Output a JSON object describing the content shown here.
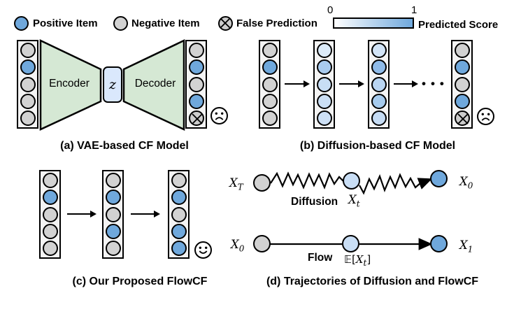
{
  "palette": {
    "positive": "#6fa8dc",
    "negative": "#d2d2d2",
    "false": "#cdcdcd",
    "expected": "#c9def5",
    "encoder_green": "#d5e8d4",
    "latent_blue": "#dae8fc"
  },
  "icons": {
    "panel_a_face": "sad-face",
    "panel_b_face": "sad-face",
    "panel_c_face": "happy-face",
    "false_mark": "circled-cross"
  },
  "legend": {
    "positive_label": "Positive Item",
    "negative_label": "Negative Item",
    "false_label": "False Prediction",
    "score_min": "0",
    "score_max": "1",
    "score_label": "Predicted Score",
    "score_gradient_start": "#ffffff",
    "score_gradient_end": "#6fa8dc"
  },
  "panel_a": {
    "caption": "(a) VAE-based CF Model",
    "encoder_label": "Encoder",
    "latent_label": "z",
    "decoder_label": "Decoder",
    "input_items": [
      "negative",
      "positive",
      "negative",
      "negative",
      "negative"
    ],
    "output_items": [
      "negative",
      "positive",
      "negative",
      "positive",
      "false"
    ]
  },
  "panel_b": {
    "caption": "(b) Diffusion-based CF Model",
    "ellipsis": "•••",
    "columns": [
      [
        "negative",
        "positive",
        "negative",
        "negative",
        "negative"
      ],
      [
        "#dcebf9",
        "#a9cbee",
        "#c8def5",
        "#cbdff5",
        "#cde0f6"
      ],
      [
        "#d2e4f7",
        "#8fbbe9",
        "#b9d5f2",
        "#a6cbee",
        "#c6dcf4"
      ],
      [
        "negative",
        "positive",
        "negative",
        "positive",
        "false"
      ]
    ]
  },
  "panel_c": {
    "caption": "(c) Our Proposed FlowCF",
    "columns": [
      [
        "negative",
        "positive",
        "negative",
        "negative",
        "negative"
      ],
      [
        "negative",
        "positive",
        "negative",
        "positive",
        "negative"
      ],
      [
        "negative",
        "positive",
        "negative",
        "positive",
        "positive"
      ]
    ]
  },
  "panel_d": {
    "caption": "(d) Trajectories of Diffusion and FlowCF",
    "diffusion": {
      "name": "Diffusion",
      "start_label": {
        "base": "X",
        "sub": "T"
      },
      "mid_label": {
        "base": "X",
        "sub": "t"
      },
      "end_label": {
        "base": "X",
        "sub": "0"
      },
      "start_state": "negative",
      "mid_state": "expected",
      "end_state": "positive"
    },
    "flow": {
      "name": "Flow",
      "start_label": {
        "base": "X",
        "sub": "0"
      },
      "mid_label": {
        "pre": "𝔼[",
        "base": "X",
        "sub": "t",
        "post": "]"
      },
      "end_label": {
        "base": "X",
        "sub": "1"
      },
      "start_state": "negative",
      "mid_state": "expected",
      "end_state": "positive"
    }
  }
}
